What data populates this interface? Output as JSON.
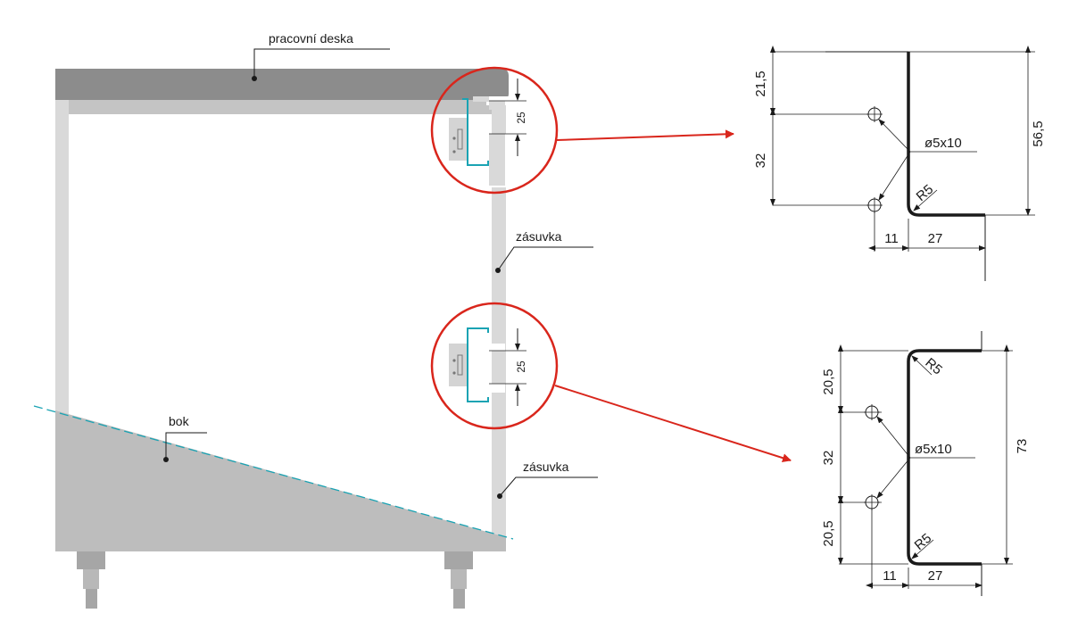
{
  "labels": {
    "worktop": "pracovní deska",
    "drawer_1": "zásuvka",
    "drawer_2": "zásuvka",
    "side": "bok"
  },
  "detail_circles": {
    "top_gap": "25",
    "bottom_gap": "25"
  },
  "profile_top": {
    "dim_top": "21,5",
    "dim_spacing": "32",
    "dim_height": "56,5",
    "hole": "ø5x10",
    "radius": "R5",
    "dim_offset": "11",
    "dim_flange": "27"
  },
  "profile_bottom": {
    "dim_top": "20,5",
    "dim_spacing": "32",
    "dim_bottom": "20,5",
    "dim_height": "73",
    "hole": "ø5x10",
    "radius_top": "R5",
    "radius_bottom": "R5",
    "dim_offset": "11",
    "dim_flange": "27"
  },
  "colors": {
    "worktop": "#8c8c8c",
    "frame": "#d9d9d9",
    "side_panel": "#bdbdbd",
    "leg": "#a6a6a6",
    "callout_red": "#d9261c",
    "profile_cyan": "#1aa3b3"
  }
}
